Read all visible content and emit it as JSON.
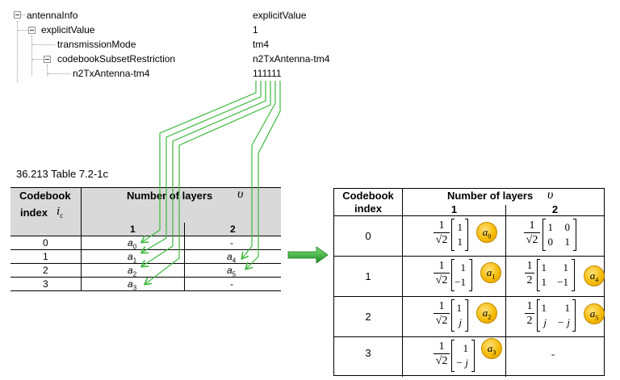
{
  "tree": {
    "rows": [
      {
        "label": "antennaInfo",
        "value": "explicitValue"
      },
      {
        "label": "explicitValue",
        "value": "1"
      },
      {
        "label": "transmissionMode",
        "value": "tm4"
      },
      {
        "label": "codebookSubsetRestriction",
        "value": "n2TxAntenna-tm4"
      },
      {
        "label": "n2TxAntenna-tm4",
        "value": "111111"
      }
    ]
  },
  "left_table": {
    "caption": "36.213 Table 7.2-1c",
    "header_codebook": "Codebook",
    "header_index": "index",
    "header_index_symbol": "i",
    "header_index_sub": "c",
    "header_layers": "Number of layers",
    "header_layers_symbol": "υ",
    "col1": "1",
    "col2": "2",
    "rows": [
      {
        "index": "0",
        "c1": "a",
        "c1_sub": "0",
        "c2": "-",
        "c2_sub": ""
      },
      {
        "index": "1",
        "c1": "a",
        "c1_sub": "1",
        "c2": "a",
        "c2_sub": "4"
      },
      {
        "index": "2",
        "c1": "a",
        "c1_sub": "2",
        "c2": "a",
        "c2_sub": "5"
      },
      {
        "index": "3",
        "c1": "a",
        "c1_sub": "3",
        "c2": "-",
        "c2_sub": ""
      }
    ]
  },
  "right_table": {
    "header_codebook": "Codebook",
    "header_index": "index",
    "header_layers": "Number of layers",
    "header_layers_symbol": "υ",
    "col1": "1",
    "col2": "2",
    "indices": [
      "0",
      "1",
      "2",
      "3"
    ],
    "one": "1",
    "sqrt2": "√2",
    "two": "2",
    "r0c1": [
      "1",
      "1"
    ],
    "r0c2": [
      "1",
      "0",
      "0",
      "1"
    ],
    "r1c1": [
      "1",
      "−1"
    ],
    "r1c2": [
      "1",
      "1",
      "1",
      "−1"
    ],
    "r2c1": [
      "1",
      "j"
    ],
    "r2c2": [
      "1",
      "1",
      "j",
      "− j"
    ],
    "r3c1": [
      "1",
      "− j"
    ],
    "r3c2": "-",
    "badges": [
      {
        "letter": "a",
        "sub": "0"
      },
      {
        "letter": "a",
        "sub": "1"
      },
      {
        "letter": "a",
        "sub": "2"
      },
      {
        "letter": "a",
        "sub": "3"
      },
      {
        "letter": "a",
        "sub": "4"
      },
      {
        "letter": "a",
        "sub": "5"
      }
    ]
  },
  "colors": {
    "arrow_green": "#3cb83c",
    "badge_gold": "#f5b800"
  }
}
